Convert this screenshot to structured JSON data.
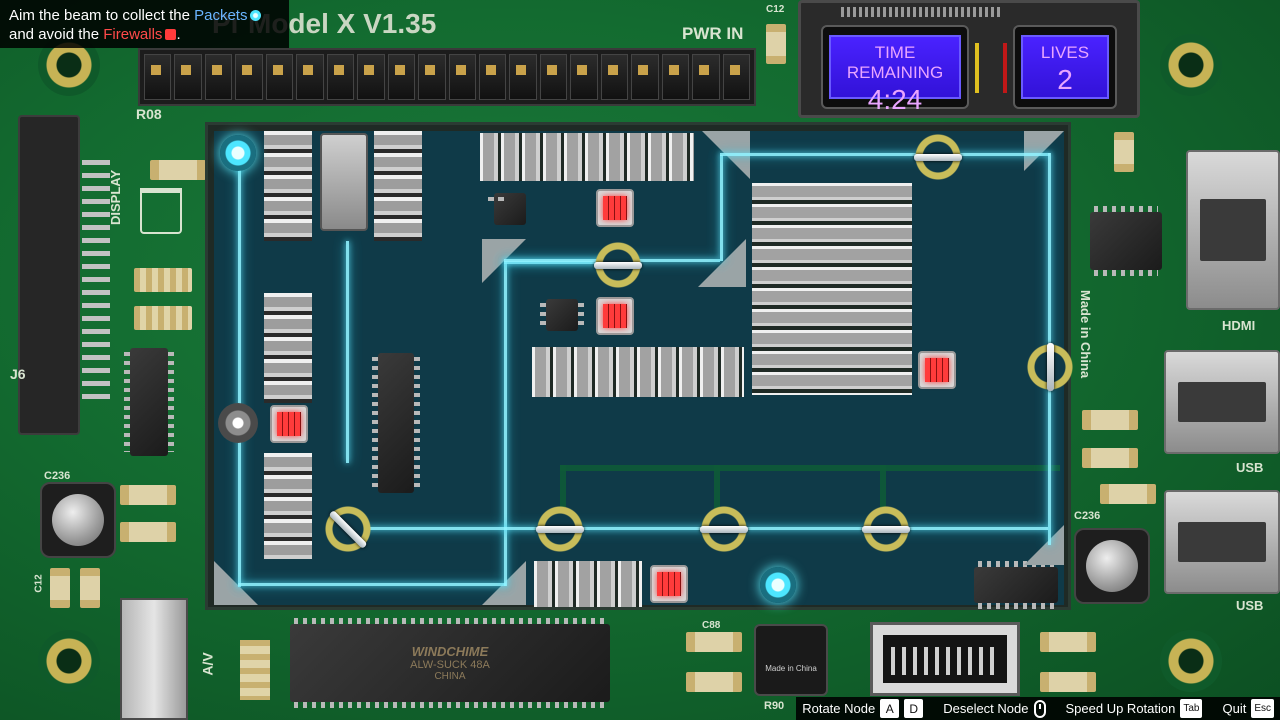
{
  "objective": {
    "line1_prefix": "Aim the beam to collect the",
    "packets_word": "Packets",
    "line2_prefix": "and avoid the",
    "firewalls_word": "Firewalls",
    "line2_suffix": ".",
    "packets_color": "#6ab4ff",
    "firewalls_color": "#ff4a4a"
  },
  "board": {
    "title": "Model X V1.35",
    "title_partial": "Pi",
    "power_label": "PWR IN",
    "header_ref": "R08",
    "display_label": "DISPLAY",
    "connector_ref": "J6",
    "made_in_label": "Made in China",
    "hdmi_label": "HDMI",
    "usb_label_top": "USB",
    "usb_label_bottom": "USB",
    "av_label": "A/V",
    "chip_brand": "WINDCHIME",
    "chip_model": "ALW-SUCK 48A",
    "chip_country": "CHINA",
    "small_chip_text": "Made in China",
    "small_chip_ref": "R90",
    "cap_label": "C88",
    "cap_c12": "C12",
    "cap_c236": "C236"
  },
  "hud": {
    "time_label": "TIME REMAINING",
    "time_value": "4:24",
    "lives_label": "LIVES",
    "lives_value": "2"
  },
  "controls": {
    "rotate_label": "Rotate Node",
    "rotate_key_a": "A",
    "rotate_key_d": "D",
    "deselect_label": "Deselect Node",
    "deselect_icon": "mouse-icon",
    "speed_label": "Speed Up Rotation",
    "speed_key": "Tab",
    "quit_label": "Quit",
    "quit_key": "Esc"
  },
  "colors": {
    "board_green": "#136b30",
    "beam": "#8ff2ff",
    "lcd": "#4a22ff",
    "firewall": "#ff3b3b"
  }
}
